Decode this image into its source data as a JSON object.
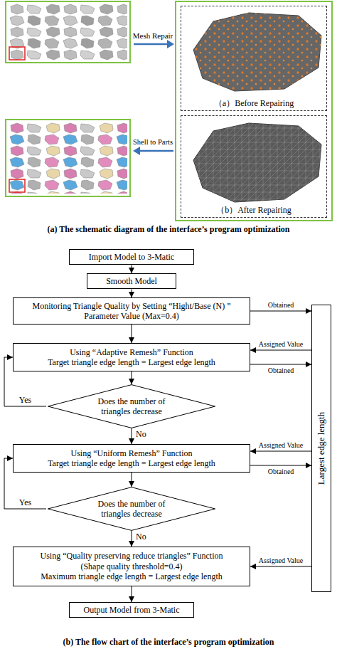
{
  "diagram": {
    "nodes": [
      {
        "text": [
          "（a）Before Repairing"
        ]
      },
      {
        "text": [
          "（b）After Repairing"
        ]
      },
      {
        "text": [
          "Import Model to 3-Matic"
        ]
      },
      {
        "text": [
          "Smooth Model"
        ]
      },
      {
        "text": [
          "Monitoring Triangle Quality by Setting “Hight/Base (N) ” Parameter Value (Max=0.4)"
        ]
      },
      {
        "text": [
          "Using “Adaptive Remesh” Function",
          "Target triangle edge length = Largest edge length"
        ]
      },
      {
        "text": [
          "Does the number of triangles decrease"
        ]
      },
      {
        "text": [
          "Using “Uniform Remesh” Function",
          "Target triangle edge length = Largest edge length"
        ]
      },
      {
        "text": [
          "Does the number of triangles decrease"
        ]
      },
      {
        "text": [
          "Using “Quality preserving reduce triangles” Function",
          "(Shape quality threshold=0.4)",
          "Maximum triangle edge length = Largest edge length"
        ]
      },
      {
        "text": [
          "Output Model from 3-Matic"
        ]
      },
      {
        "text": [
          "Largest edge length"
        ]
      }
    ],
    "edges": [
      {
        "from": 2,
        "to": 3,
        "arrow": "to"
      },
      {
        "from": 3,
        "to": 4,
        "arrow": "to"
      },
      {
        "from": 4,
        "to": 5,
        "arrow": "to"
      },
      {
        "from": 5,
        "to": 6,
        "arrow": "to"
      },
      {
        "from": 6,
        "to": 7,
        "arrow": "to",
        "label": "No"
      },
      {
        "from": 6,
        "to": 5,
        "arrow": "to",
        "label": "Yes"
      },
      {
        "from": 7,
        "to": 8,
        "arrow": "to"
      },
      {
        "from": 8,
        "to": 9,
        "arrow": "to",
        "label": "No"
      },
      {
        "from": 8,
        "to": 7,
        "arrow": "to",
        "label": "Yes"
      },
      {
        "from": 9,
        "to": 10,
        "arrow": "to"
      },
      {
        "from": 4,
        "to": 11,
        "arrow": "to",
        "label": "Obtained"
      },
      {
        "from": 11,
        "to": 5,
        "arrow": "to",
        "label": "Assigned Value"
      },
      {
        "from": 5,
        "to": 11,
        "arrow": "to",
        "label": "Obtained"
      },
      {
        "from": 11,
        "to": 7,
        "arrow": "to",
        "label": "Assigned Value"
      },
      {
        "from": 7,
        "to": 11,
        "arrow": "to",
        "label": "Obtained"
      },
      {
        "from": 11,
        "to": 9,
        "arrow": "to",
        "label": "Assigned Value"
      }
    ],
    "labels": [
      "Mesh Repair",
      "Shell to Parts",
      "(a) The schematic diagram of the interface’s program optimization",
      "(b) The flow chart of the interface’s program optimization"
    ]
  }
}
